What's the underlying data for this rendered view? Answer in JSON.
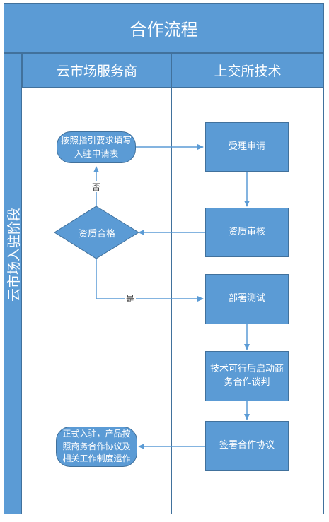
{
  "title": "合作流程",
  "lanes": {
    "left": "云市场服务商",
    "right": "上交所技术"
  },
  "phase_label": "云市场入驻阶段",
  "nodes": {
    "apply_form": "按照指引要求填写入驻申请表",
    "accept": "受理申请",
    "qualify_check": "资质合格",
    "review": "资质审核",
    "deploy_test": "部署测试",
    "negotiate": "技术可行后启动商务合作谈判",
    "sign": "签署合作协议",
    "operate": "正式入驻，产品按照商务合作协议及相关工作制度运作"
  },
  "edge_labels": {
    "no": "否",
    "yes": "是"
  },
  "colors": {
    "fill": "#5b9bd5",
    "border": "#41719c",
    "text": "#ffffff"
  }
}
